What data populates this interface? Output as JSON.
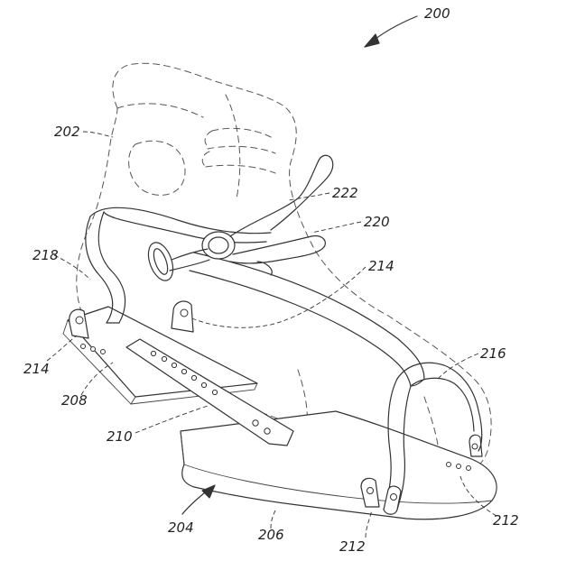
{
  "figure": {
    "labels": {
      "l200": "200",
      "l202": "202",
      "l204": "204",
      "l206": "206",
      "l208": "208",
      "l210": "210",
      "l212a": "212",
      "l212b": "212",
      "l214a": "214",
      "l214b": "214",
      "l216": "216",
      "l218": "218",
      "l220": "220",
      "l222": "222"
    },
    "parts": {
      "foot_outline": "foot-outline-dashed",
      "sole": "sole-plate",
      "strap_plate": "perforated-strap",
      "front_strap": "front-loop-strap",
      "ankle_strap": "ankle-strap",
      "buckle": "ring-buckle",
      "lace": "tie-lace"
    }
  }
}
